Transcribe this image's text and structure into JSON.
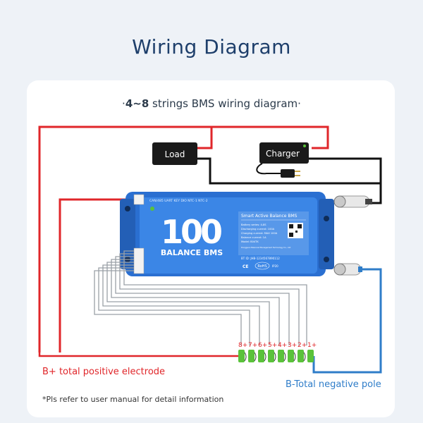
{
  "header": {
    "title": "Wiring Diagram"
  },
  "subtitle": {
    "prefix": "·",
    "strings": "4~8",
    "text": " strings BMS wiring diagram",
    "suffix": "·"
  },
  "devices": {
    "load": "Load",
    "charger": "Charger"
  },
  "bms": {
    "logo_number": "100",
    "logo_text": "BALANCE BMS",
    "product_title": "Smart Active Balance BMS",
    "spec_lines": [
      "Battery series: 4-8S",
      "Discharging current: 100A",
      "Charging current: MAX 100A",
      "Balance current: 1A",
      "Model: B04TK"
    ],
    "manufacturer": "Dongguan Balanced Management Technology Co., Ltd",
    "bt_id": "BT ID: JHB-1234567890112",
    "port_labels": "CAN/485  UART  KEY   DIO   NTC-1  NTC-2",
    "ce_mark": "CE",
    "rohs_mark": "RoHS",
    "ip_mark": "IP20"
  },
  "connector_labels": [
    "8+",
    "7+",
    "6+",
    "5+",
    "4+",
    "3+",
    "2+",
    "1+"
  ],
  "labels": {
    "b_plus": "B+ total positive electrode",
    "b_minus": "B-Total negative pole",
    "footnote": "*Pls refer to user manual for detail information"
  },
  "colors": {
    "title": "#1e3f6b",
    "red_wire": "#e0262a",
    "blue_wire": "#2f7dc9",
    "bms_body": "#2a6fd1",
    "bms_panel": "#3b86e6",
    "connector_green": "#5ac23a"
  }
}
